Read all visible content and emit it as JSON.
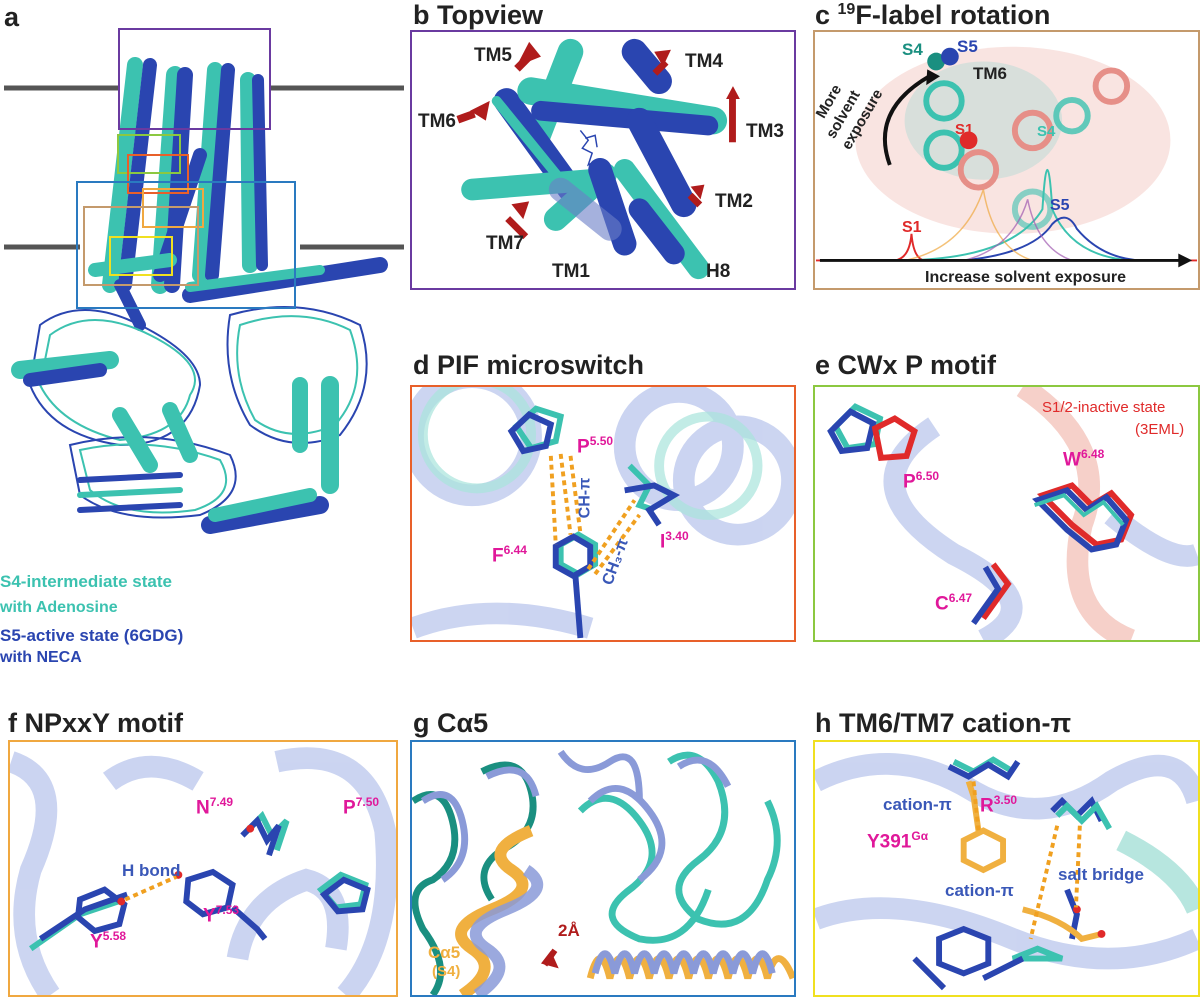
{
  "colors": {
    "s4": "#3cc2b0",
    "s5": "#2a45b0",
    "s1": "#e02a2a",
    "magenta": "#e0189a",
    "hbond": "#f0a020",
    "box_purple": "#6a3aa0",
    "box_tan": "#c49a6c",
    "box_orange": "#e8602a",
    "box_green": "#8cc840",
    "box_lightorange": "#f0a840",
    "box_blue": "#2a7ac0",
    "box_yellow": "#f0e020"
  },
  "panel_a": {
    "letter": "a",
    "legend": {
      "s4_line1": "S4-intermediate state",
      "s4_line2": "with Adenosine",
      "s5_line1": "S5-active state (6GDG)",
      "s5_line2": "with NECA"
    }
  },
  "panel_b": {
    "title": "b Topview",
    "helices": [
      "TM5",
      "TM4",
      "TM6",
      "TM3",
      "TM2",
      "TM7",
      "TM1",
      "H8"
    ]
  },
  "panel_c": {
    "title_prefix": "c ",
    "title_sup": "19",
    "title_rest": "F-label rotation",
    "s4": "S4",
    "s5": "S5",
    "tm6": "TM6",
    "s1_top": "S1",
    "s4_peak": "S4",
    "arc_line1": "More",
    "arc_line2": "solvent",
    "arc_line3": "exposure",
    "peak_s1": "S1",
    "peak_s5": "S5",
    "axis": "Increase solvent exposure"
  },
  "panel_d": {
    "title": "d PIF microswitch",
    "p": "P",
    "p_sup": "5.50",
    "f": "F",
    "f_sup": "6.44",
    "i": "I",
    "i_sup": "3.40",
    "ch_pi": "CH-π",
    "ch3_pi": "CH₃-π"
  },
  "panel_e": {
    "title": "e CWx P motif",
    "inactive_line1": "S1/2-inactive state",
    "inactive_line2": "(3EML)",
    "p": "P",
    "p_sup": "6.50",
    "w": "W",
    "w_sup": "6.48",
    "c": "C",
    "c_sup": "6.47"
  },
  "panel_f": {
    "title": "f NPxxY motif",
    "n": "N",
    "n_sup": "7.49",
    "p": "P",
    "p_sup": "7.50",
    "hbond": "H bond",
    "y1": "Y",
    "y1_sup": "5.58",
    "y2": "Y",
    "y2_sup": "7.53"
  },
  "panel_g": {
    "title": "g Cα5",
    "ca5": "Cα5",
    "ca5_sub": "(S4)",
    "shift": "2Å"
  },
  "panel_h": {
    "title": "h TM6/TM7 cation-π",
    "r": "R",
    "r_sup": "3.50",
    "cation1": "cation-π",
    "y391": "Y391",
    "y391_sup": "Gα",
    "salt": "salt bridge",
    "cation2": "cation-π"
  }
}
